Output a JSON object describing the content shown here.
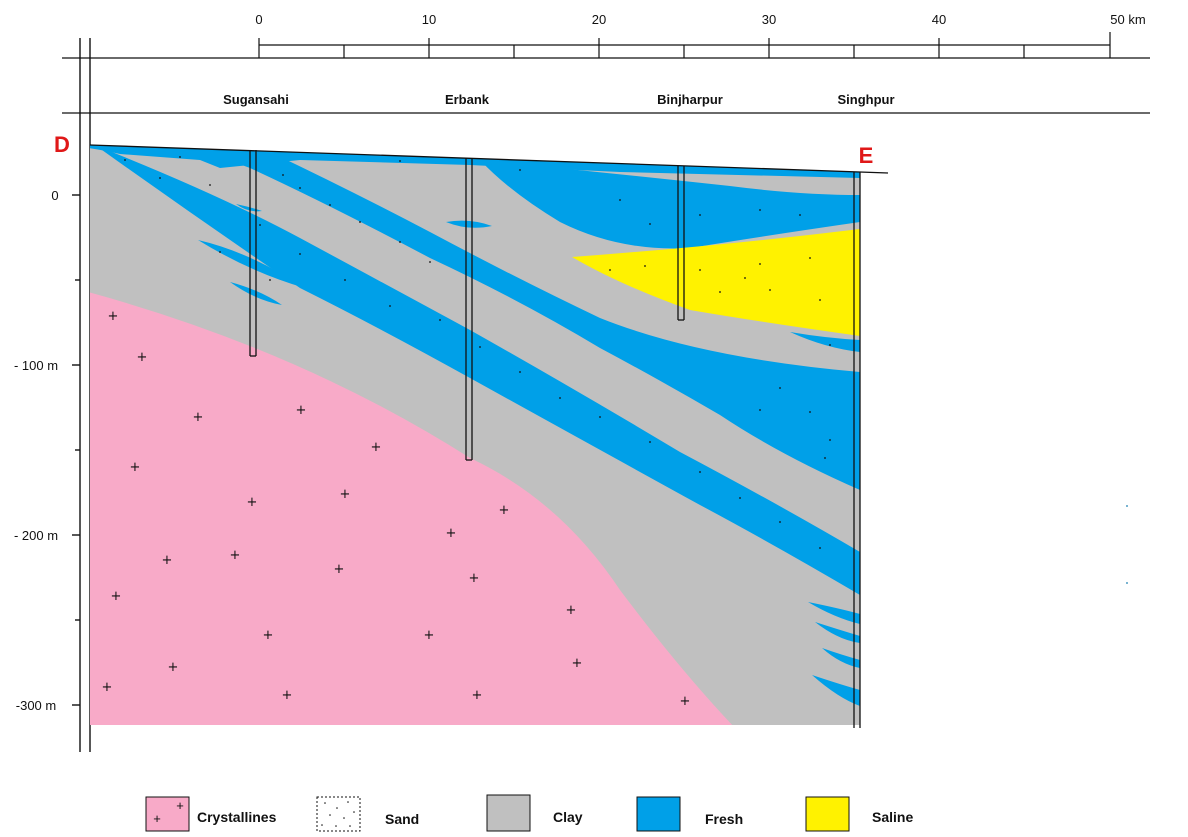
{
  "section": {
    "start_label": "D",
    "end_label": "E"
  },
  "distance_scale": {
    "ticks": [
      "0",
      "10",
      "20",
      "30",
      "40",
      "50 km"
    ]
  },
  "depth_axis": {
    "ticks": [
      "0",
      "- 100 m",
      "- 200 m",
      "-300 m"
    ]
  },
  "locations": [
    "Sugansahi",
    "Erbank",
    "Binjharpur",
    "Singhpur"
  ],
  "legend": [
    {
      "name": "Crystallines",
      "color": "#f8aac8",
      "pattern": "plus",
      "icon": "crystallines-swatch"
    },
    {
      "name": "Sand",
      "color": "#ffffff",
      "pattern": "dots",
      "icon": "sand-swatch"
    },
    {
      "name": "Clay",
      "color": "#c0c0c0",
      "pattern": "none",
      "icon": "clay-swatch"
    },
    {
      "name": "Fresh",
      "color": "#00a0e8",
      "pattern": "none",
      "icon": "fresh-swatch"
    },
    {
      "name": "Saline",
      "color": "#fff200",
      "pattern": "none",
      "icon": "saline-swatch"
    }
  ],
  "colors": {
    "crystallines": "#f8aac8",
    "clay": "#c0c0c0",
    "fresh": "#00a0e8",
    "saline": "#fff200",
    "end_labels": "#e01818"
  }
}
